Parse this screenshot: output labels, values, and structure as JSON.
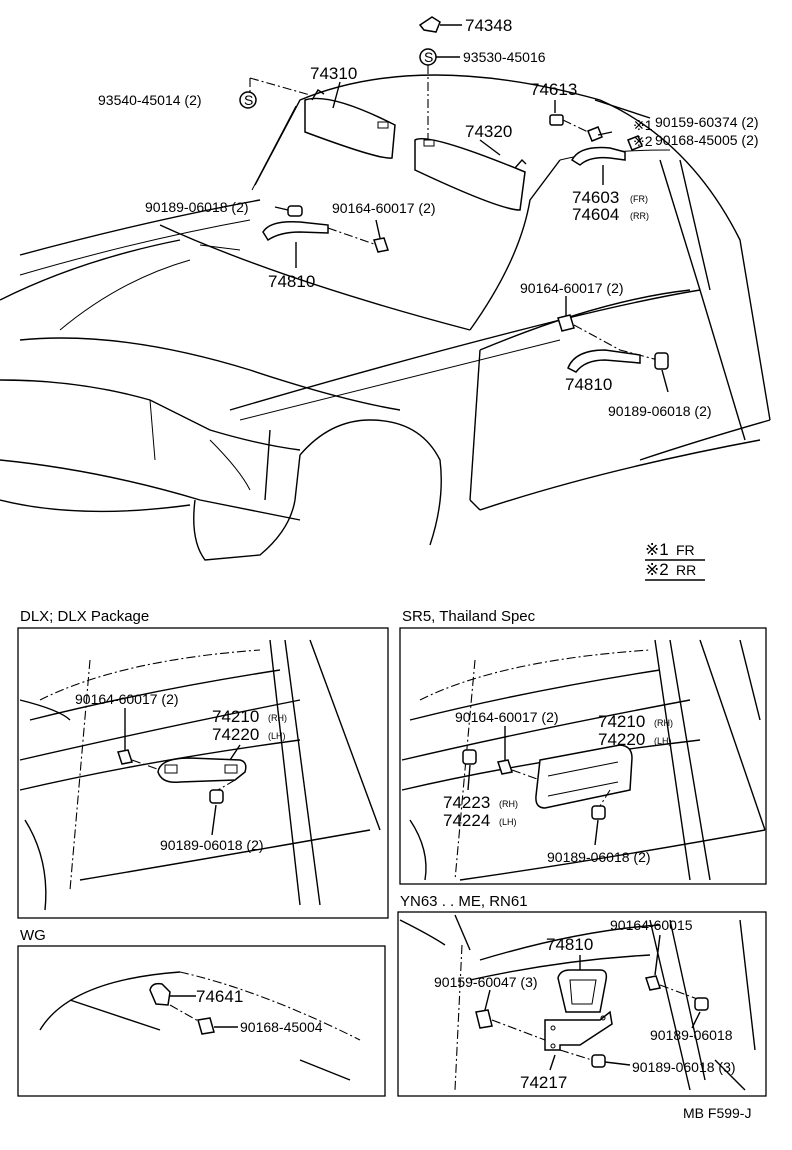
{
  "main": {
    "p74348": "74348",
    "p93530": "93530-45016",
    "p74310": "74310",
    "p93540": "93540-45014 (2)",
    "p74613": "74613",
    "p90159": "90159-60374 (2)",
    "mark1": "※1",
    "p90168": "90168-45005 (2)",
    "mark2": "※2",
    "p74320": "74320",
    "p74603": "74603",
    "p74603_sub": "(FR)",
    "p74604": "74604",
    "p74604_sub": "(RR)",
    "p90189a": "90189-06018 (2)",
    "p90164a": "90164-60017 (2)",
    "p74810a": "74810",
    "p90164b": "90164-60017 (2)",
    "p74810b": "74810",
    "p90189b": "90189-06018 (2)",
    "s_circle": "S"
  },
  "legend": {
    "l1_mark": "※1",
    "l1_text": "FR",
    "l2_mark": "※2",
    "l2_text": "RR"
  },
  "dlx": {
    "title": "DLX; DLX Package",
    "p90164": "90164-60017 (2)",
    "p74210": "74210",
    "p74210_sub": "(RH)",
    "p74220": "74220",
    "p74220_sub": "(LH)",
    "p90189": "90189-06018 (2)"
  },
  "sr5": {
    "title": "SR5, Thailand Spec",
    "p90164": "90164-60017 (2)",
    "p74210": "74210",
    "p74210_sub": "(RH)",
    "p74220": "74220",
    "p74220_sub": "(LH)",
    "p74223": "74223",
    "p74223_sub": "(RH)",
    "p74224": "74224",
    "p74224_sub": "(LH)",
    "p90189": "90189-06018 (2)"
  },
  "wg": {
    "title": "WG",
    "p74641": "74641",
    "p90168": "90168-45004"
  },
  "yn": {
    "title": "YN63 . . ME, RN61",
    "p90164": "90164-60015",
    "p74810": "74810",
    "p90159": "90159-60047 (3)",
    "p90189a": "90189-06018",
    "p90189b": "90189-06018 (3)",
    "p74217": "74217"
  },
  "footer": {
    "code": "MB F599-J"
  }
}
